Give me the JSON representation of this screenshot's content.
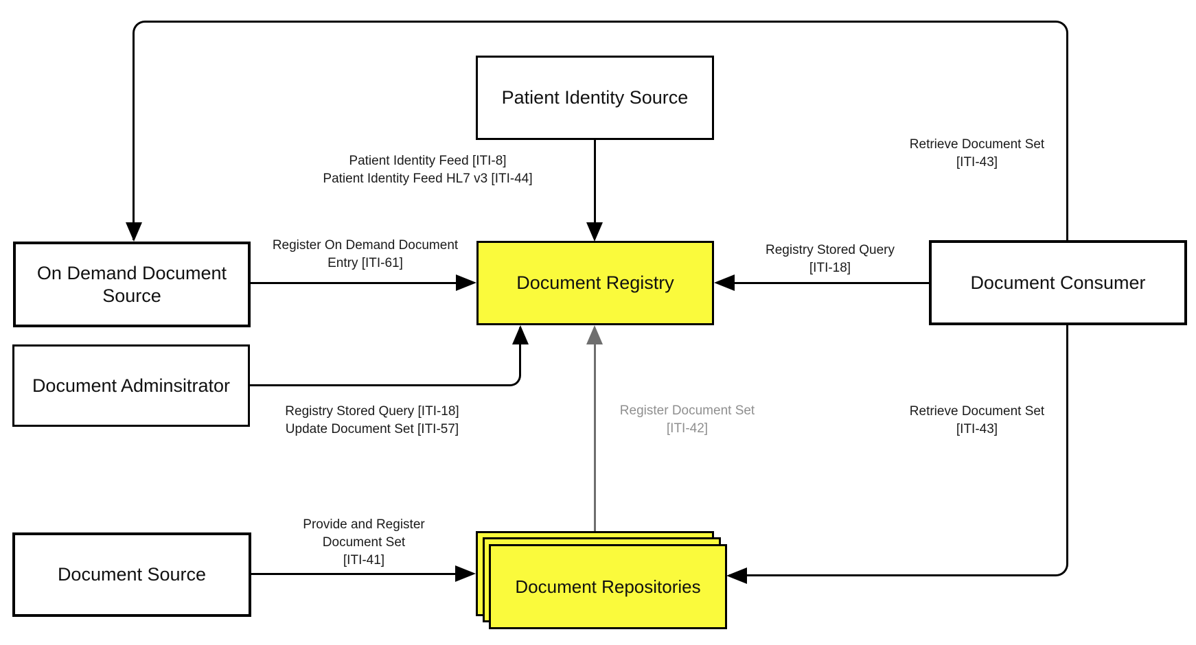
{
  "diagram": {
    "kind": "IHE XDS actor-transaction diagram",
    "colors": {
      "highlight_fill": "#fafa3c",
      "node_fill": "#ffffff",
      "line": "#000000",
      "muted_line": "#6e6e6e",
      "muted_text": "#8f8f8f"
    }
  },
  "nodes": {
    "patient_identity_source": {
      "label": "Patient Identity Source"
    },
    "on_demand_document_source": {
      "line1": "On Demand Document",
      "line2": "Source"
    },
    "document_adminsitrator": {
      "label": "Document Adminsitrator"
    },
    "document_source": {
      "label": "Document Source"
    },
    "document_registry": {
      "label": "Document Registry"
    },
    "document_repositories": {
      "label": "Document Repositories"
    },
    "document_consumer": {
      "label": "Document Consumer"
    }
  },
  "edges": {
    "patient_identity_feed": {
      "line1": "Patient Identity Feed [ITI-8]",
      "line2": "Patient Identity Feed HL7 v3 [ITI-44]"
    },
    "register_on_demand": {
      "line1": "Register On Demand Document",
      "line2": "Entry [ITI-61]"
    },
    "registry_stored_query": {
      "line1": "Registry Stored Query",
      "line2": "[ITI-18]"
    },
    "retrieve_document_set_top": {
      "line1": "Retrieve Document Set",
      "line2": "[ITI-43]"
    },
    "admin_query_update": {
      "line1": "Registry Stored Query [ITI-18]",
      "line2": "Update Document Set [ITI-57]"
    },
    "register_document_set": {
      "line1": "Register Document Set",
      "line2": "[ITI-42]"
    },
    "retrieve_document_set_bottom": {
      "line1": "Retrieve Document Set",
      "line2": "[ITI-43]"
    },
    "provide_and_register": {
      "line1": "Provide and Register",
      "line2": "Document Set",
      "line3": "[ITI-41]"
    }
  }
}
